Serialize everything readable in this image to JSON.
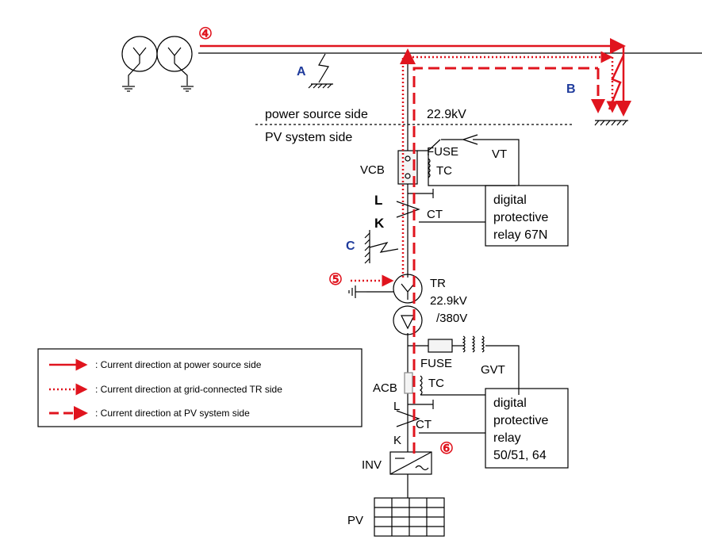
{
  "colors": {
    "current": "#e0141e",
    "fault_label": "#1f3b9c",
    "line": "#000000"
  },
  "labels": {
    "fault_a": "A",
    "fault_b": "B",
    "fault_c": "C",
    "power_source_side": "power source side",
    "pv_system_side": "PV system side",
    "voltage_hv": "22.9kV",
    "fuse_top": "FUSE",
    "vt": "VT",
    "tc_top": "TC",
    "vcb": "VCB",
    "ct_top": "CT",
    "l_top": "L",
    "k_top": "K",
    "relay_67n_line1": "digital",
    "relay_67n_line2": "protective",
    "relay_67n_line3": "relay 67N",
    "tr": "TR",
    "tr_rating_1": "22.9kV",
    "tr_rating_2": "/380V",
    "fuse_bottom": "FUSE",
    "gvt": "GVT",
    "acb": "ACB",
    "tc_bottom": "TC",
    "l_bottom": "L",
    "ct_bottom": "CT",
    "k_bottom": "K",
    "relay_5051_line1": "digital",
    "relay_5051_line2": "protective",
    "relay_5051_line3": "relay",
    "relay_5051_line4": "50/51, 64",
    "inv": "INV",
    "pv": "PV",
    "marker_4": "④",
    "marker_5": "⑤",
    "marker_6": "⑥"
  },
  "legend": {
    "solid": ": Current direction at power source side",
    "dotted": ": Current direction at grid-connected  TR  side",
    "dashed": ": Current direction at PV system side"
  }
}
